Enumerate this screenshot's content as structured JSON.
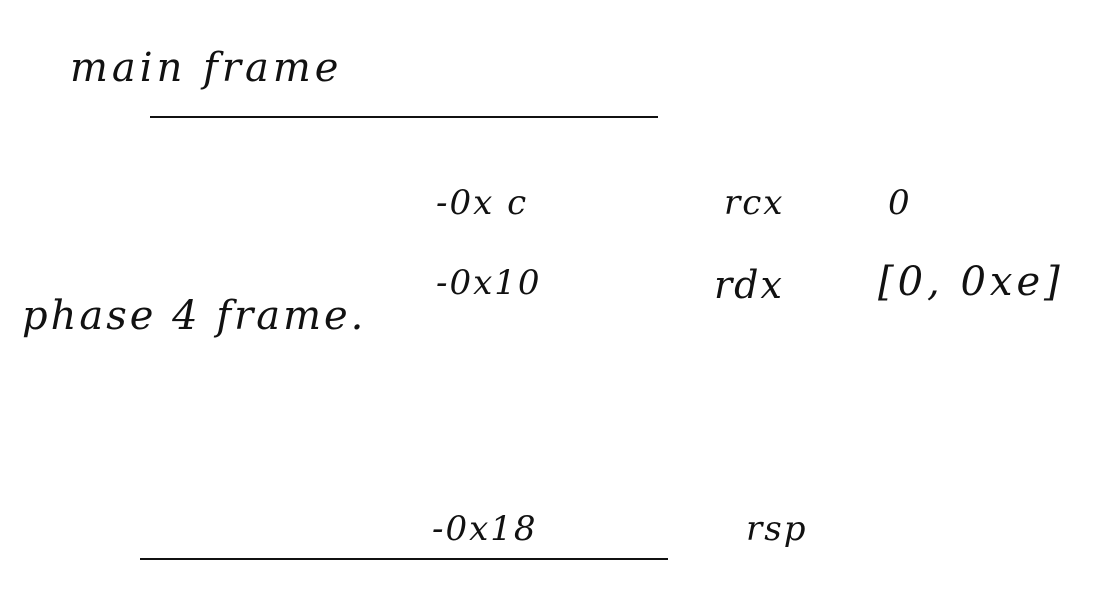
{
  "frames": {
    "main": "main frame",
    "phase4": "phase 4 frame."
  },
  "rows": [
    {
      "offset": "-0x c",
      "register": "rcx",
      "value": "0"
    },
    {
      "offset": "-0x10",
      "register": "rdx",
      "value": "[0, 0xe]"
    },
    {
      "offset": "-0x18",
      "register": "rsp",
      "value": ""
    }
  ]
}
